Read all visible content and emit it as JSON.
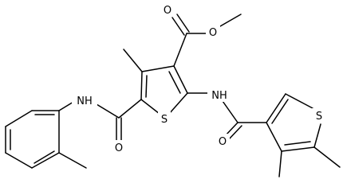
{
  "diagram": {
    "type": "chemical-structure",
    "background": "#ffffff",
    "bond_color": "#000000",
    "atom_labels": {
      "ester_o_carbonyl": "O",
      "ester_o_methoxy": "O",
      "amide_left_nh": "NH",
      "amide_left_o": "O",
      "thiophene_main_s": "S",
      "amide_right_nh": "NH",
      "amide_right_o": "O",
      "thiophene_right_s": "S"
    }
  }
}
